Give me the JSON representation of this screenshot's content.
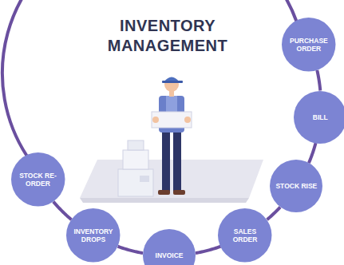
{
  "diagram": {
    "title": "INVENTORY MANAGEMENT",
    "nodes": [
      {
        "text": [
          "PURCHASE ORDER"
        ]
      },
      {
        "text": [
          "BILL"
        ]
      },
      {
        "text": [
          "STOCK RISE"
        ]
      },
      {
        "text": [
          "SALES ORDER"
        ]
      },
      {
        "text": [
          "INVOICE"
        ]
      },
      {
        "text": [
          "INVENTORY DROPS"
        ]
      },
      {
        "text": [
          "STOCK RE-ORDER"
        ]
      }
    ],
    "edges": [
      {
        "from": 0,
        "to": 1,
        "arrow": "none"
      },
      {
        "from": 1,
        "to": 2,
        "arrow": "none"
      },
      {
        "from": 2,
        "to": 3,
        "arrow": "none"
      },
      {
        "from": 3,
        "to": 4,
        "arrow": "none"
      },
      {
        "from": 4,
        "to": 5,
        "arrow": "none"
      },
      {
        "from": 5,
        "to": 6,
        "arrow": "none"
      }
    ]
  }
}
